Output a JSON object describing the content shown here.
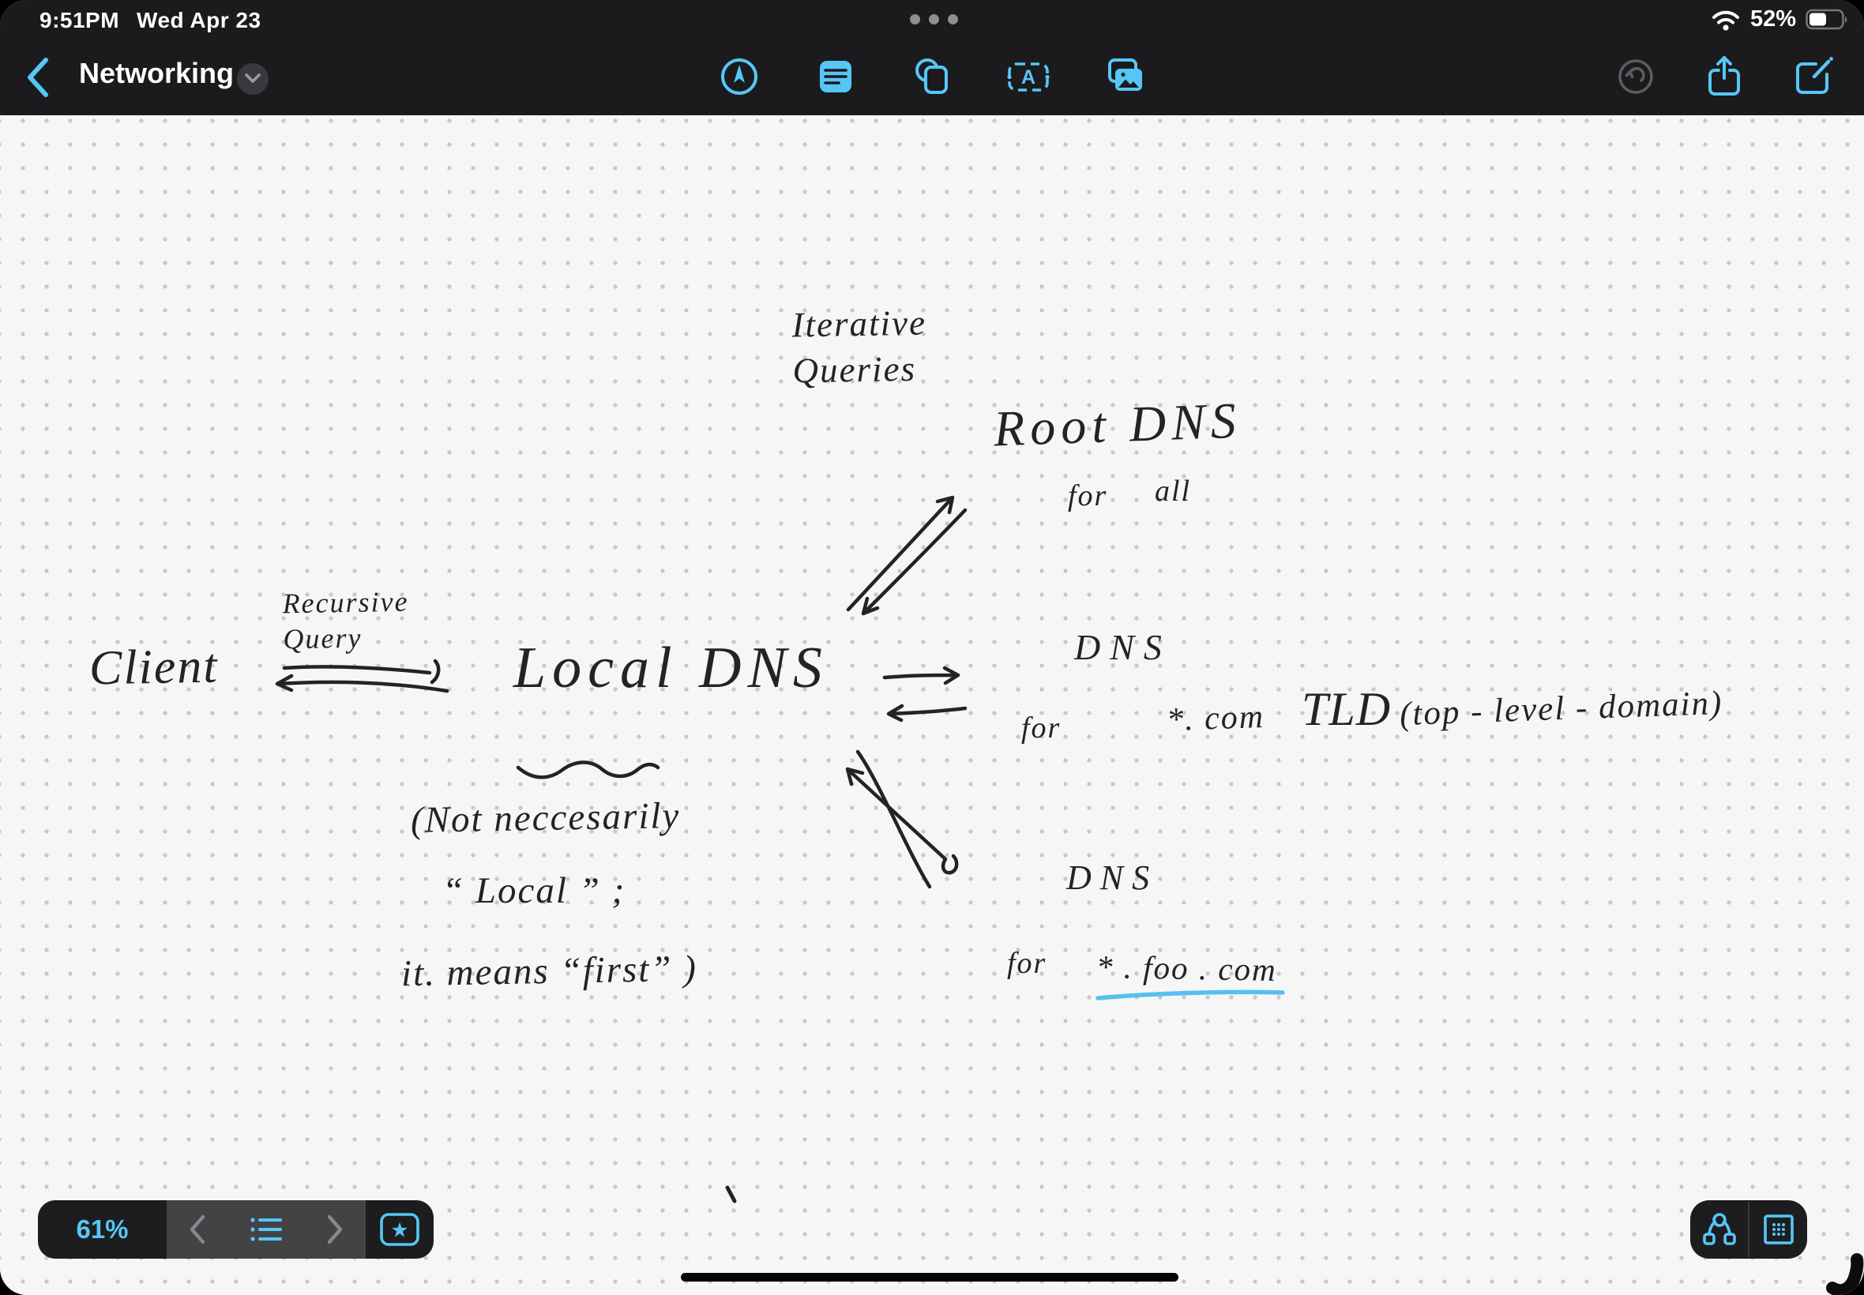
{
  "colors": {
    "accent_blue": "#56c6f7",
    "ink": "#232327",
    "top_bar_bg": "#1b1b1d",
    "canvas_bg": "#f6f6f7",
    "dot_grid": "#c7c7cc",
    "disabled_gray": "#5c5c60",
    "underline_blue": "#55c0f0"
  },
  "status_bar": {
    "time": "9:51PM",
    "date": "Wed Apr 23",
    "battery_percent": "52%"
  },
  "nav_bar": {
    "title": "Networking"
  },
  "icons": {
    "text_tool_letter": "A",
    "favorite_star_glyph": "★"
  },
  "canvas_notes": {
    "iterative_line1": "Iterative",
    "iterative_line2": "Queries",
    "root_dns": "Root DNS",
    "root_for": "for",
    "root_all": "all",
    "recursive_line1": "Recursive",
    "recursive_line2": "Query",
    "client": "Client",
    "local_dns": "Local DNS",
    "tld_dns": "DNS",
    "tld_for": "for",
    "tld_pattern": "*. com",
    "tld_abbrev": "TLD",
    "tld_paren": "(top - level - domain)",
    "sub_dns": "DNS",
    "sub_for": "for",
    "sub_pattern": "* . foo . com",
    "aside_line1": "(Not  neccesarily",
    "aside_line2": "“ Local ”  ;",
    "aside_line3": "it.  means  “first” )"
  },
  "page_controls": {
    "zoom_level": "61%"
  }
}
